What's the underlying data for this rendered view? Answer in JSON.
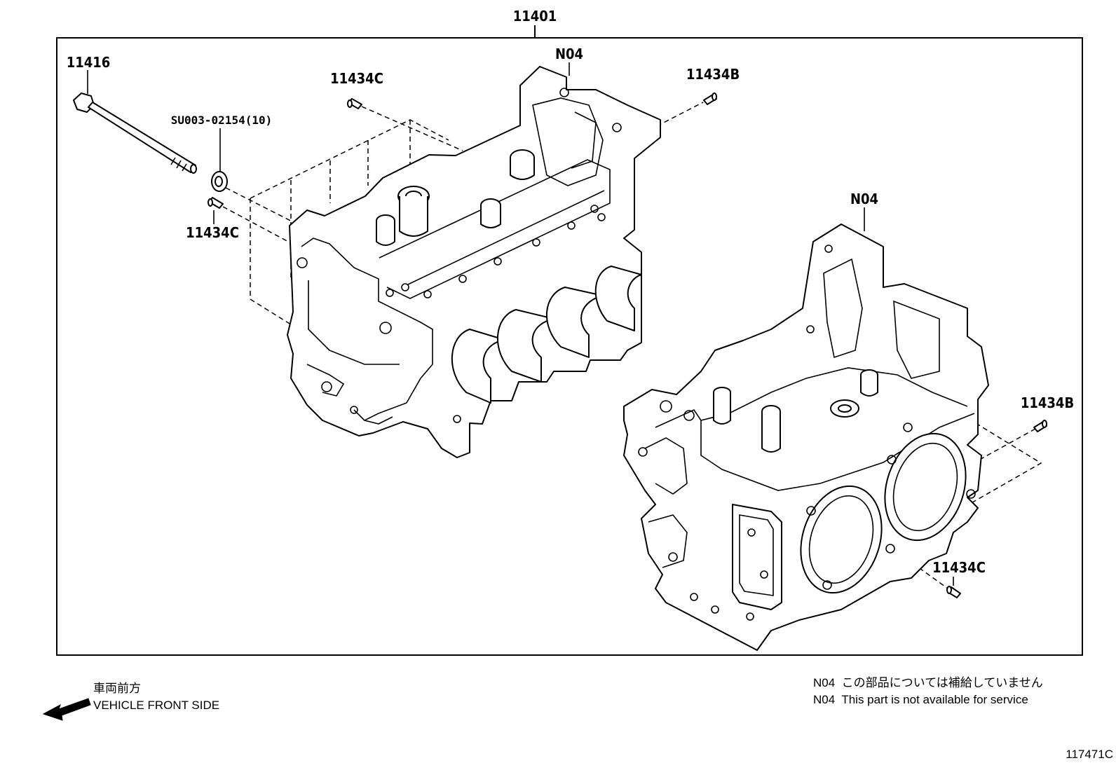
{
  "diagram": {
    "assembly_callout": "11401",
    "callouts": {
      "bolt": "11416",
      "washer": "SU003-02154(10)",
      "pin_top_left": "11434C",
      "pin_left": "11434C",
      "pin_top_right": "11434B",
      "block_upper": "N04",
      "block_lower": "N04",
      "pin_right": "11434B",
      "pin_bottom_right": "11434C"
    },
    "direction": {
      "label_jp": "車両前方",
      "label_en": "VEHICLE FRONT SIDE"
    },
    "notes": [
      "N04  この部品については補給していません",
      "N04  This part is not available for service"
    ],
    "figure_number": "117471C"
  }
}
